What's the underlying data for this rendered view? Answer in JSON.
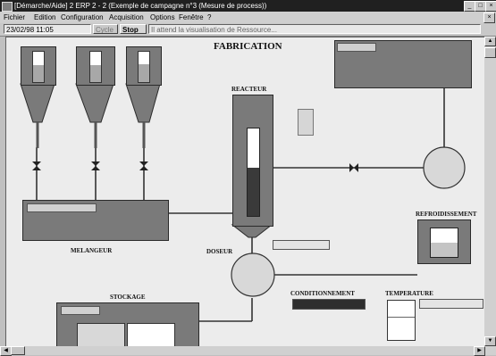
{
  "window": {
    "title": "[Démarche/Aide] 2 ERP 2 - 2 (Exemple de campagne n°3 (Mesure de process))",
    "buttons": [
      "_",
      "□",
      "×"
    ]
  },
  "menu": [
    "Fichier",
    "Edition",
    "Configuration",
    "Acquisition",
    "Options",
    "Fenêtre",
    "?"
  ],
  "toolbar": {
    "datetime": "23/02/98 11:05",
    "mode_button": "Cycle",
    "stop_button": "Stop",
    "status": "Il attend la visualisation de Ressource..."
  },
  "synoptic": {
    "title": "FABRICATION",
    "labels": {
      "reactor": "REACTEUR",
      "mixer": "MELANGEUR",
      "dosing": "DOSEUR",
      "storage": "STOCKAGE",
      "packing": "CONDITIONNEMENT",
      "temperature": "TEMPERATURE",
      "cooling": "REFROIDISSEMENT"
    },
    "fields": {
      "top_right_panel": "",
      "mixer_value": "",
      "reactor_value": "",
      "storage_value": "",
      "packing_value": "",
      "temperature_value": ""
    },
    "levels": {
      "silo_1": 0.55,
      "silo_2": 0.55,
      "silo_3": 0.6,
      "reactor": 0.55,
      "cooler": 0.5
    }
  }
}
